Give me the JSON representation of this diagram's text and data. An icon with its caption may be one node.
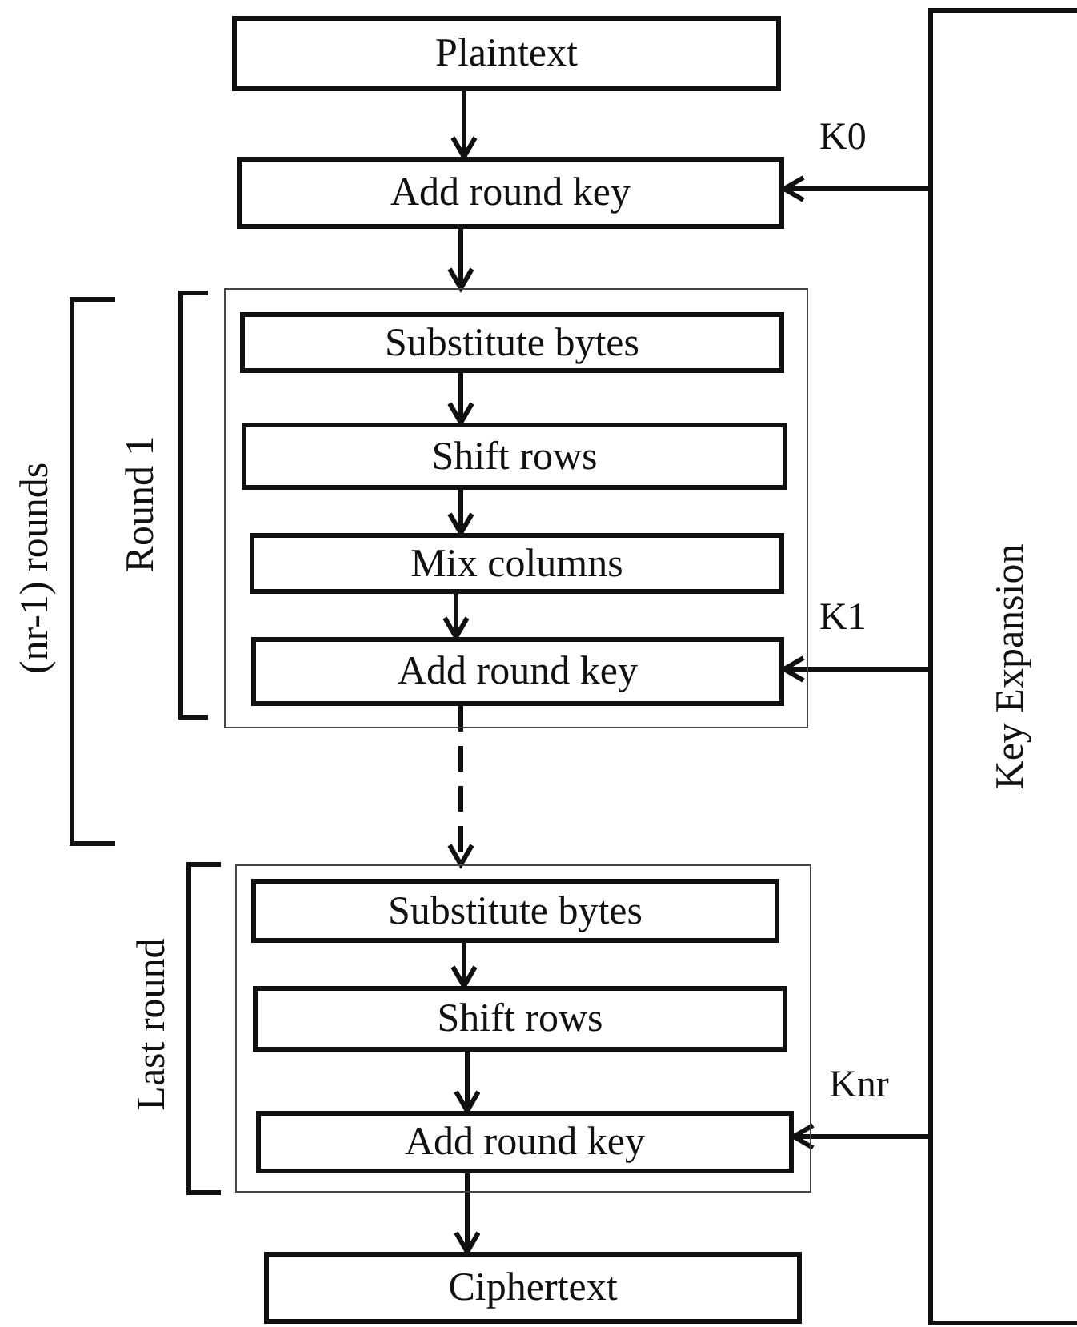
{
  "diagram": {
    "nodes": [
      {
        "text": [
          "Plaintext"
        ]
      },
      {
        "text": [
          "Add round key"
        ]
      },
      {
        "text": [],
        "shape": "box",
        "beside": [
          "Round 1"
        ]
      },
      {
        "text": [
          "Substitute bytes"
        ],
        "in": 2
      },
      {
        "text": [
          "Shift rows"
        ],
        "in": 2
      },
      {
        "text": [
          "Mix columns"
        ],
        "in": 2
      },
      {
        "text": [
          "Add round key"
        ],
        "in": 2
      },
      {
        "text": [],
        "shape": "box",
        "beside": [
          "Last round"
        ]
      },
      {
        "text": [
          "Substitute bytes"
        ],
        "in": 7
      },
      {
        "text": [
          "Shift rows"
        ],
        "in": 7
      },
      {
        "text": [
          "Add round key"
        ],
        "in": 7
      },
      {
        "text": [
          "Ciphertext"
        ]
      },
      {
        "text": [
          "Key Expansion"
        ]
      }
    ],
    "edges": [
      {
        "from": 0,
        "to": 1,
        "arrow": "to"
      },
      {
        "from": 1,
        "to": 2,
        "arrow": "to"
      },
      {
        "from": 3,
        "to": 4,
        "arrow": "to"
      },
      {
        "from": 4,
        "to": 5,
        "arrow": "to"
      },
      {
        "from": 5,
        "to": 6,
        "arrow": "to"
      },
      {
        "from": 6,
        "to": 7,
        "arrow": "to",
        "style": "dashed"
      },
      {
        "from": 8,
        "to": 9,
        "arrow": "to"
      },
      {
        "from": 9,
        "to": 10,
        "arrow": "to"
      },
      {
        "from": 10,
        "to": 11,
        "arrow": "to"
      },
      {
        "from": 12,
        "to": 1,
        "arrow": "to",
        "label": "K0"
      },
      {
        "from": 12,
        "to": 6,
        "arrow": "to",
        "label": "K1"
      },
      {
        "from": 12,
        "to": 10,
        "arrow": "to",
        "label": "Knr"
      }
    ],
    "labels": [
      "(nr-1) rounds"
    ]
  }
}
